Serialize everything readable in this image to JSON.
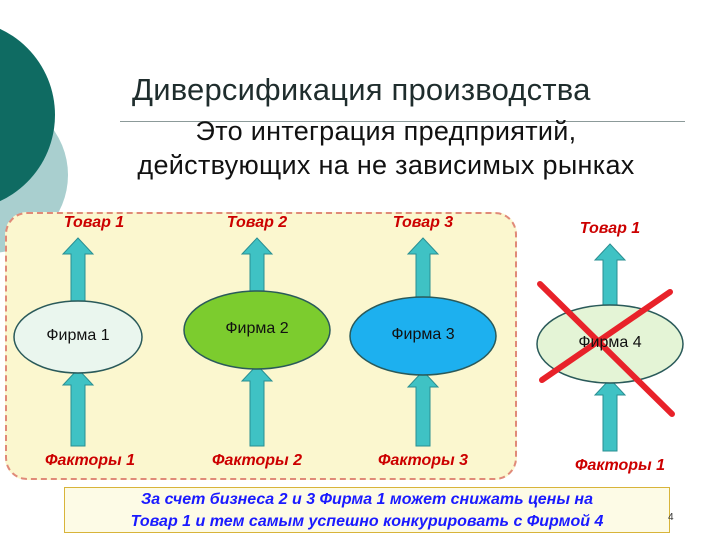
{
  "slide": {
    "title": "Диверсификация производства",
    "subtitle_line1": "Это интеграция предприятий,",
    "subtitle_line2": "действующих на не зависимых рынках",
    "page_number": "4"
  },
  "firms": [
    {
      "name": "Фирма 1",
      "product": "Товар 1",
      "factors": "Факторы 1",
      "fill": "#eaf6ee",
      "crossed": false
    },
    {
      "name": "Фирма 2",
      "product": "Товар 2",
      "factors": "Факторы 2",
      "fill": "#7ccc2e",
      "crossed": false
    },
    {
      "name": "Фирма 3",
      "product": "Товар 3",
      "factors": "Факторы 3",
      "fill": "#1db0ef",
      "crossed": false
    },
    {
      "name": "Фирма 4",
      "product": "Товар 1",
      "factors": "Факторы  1",
      "fill": "#e4f4d6",
      "crossed": true
    }
  ],
  "conclusion_line1": "За счет бизнеса 2 и 3 Фирма 1 может снижать цены на",
  "conclusion_line2": "Товар 1 и тем самым успешно конкурировать с Фирмой 4",
  "colors": {
    "arrow": "#3fc2c4",
    "label_red": "#cc0000",
    "cross": "#e8222a",
    "group_fill": "#fbf7cf",
    "group_border": "#e08a78",
    "conclusion_text": "#1a1aff",
    "deco_dark": "#0f6b62",
    "deco_light": "#a9cfcf"
  }
}
